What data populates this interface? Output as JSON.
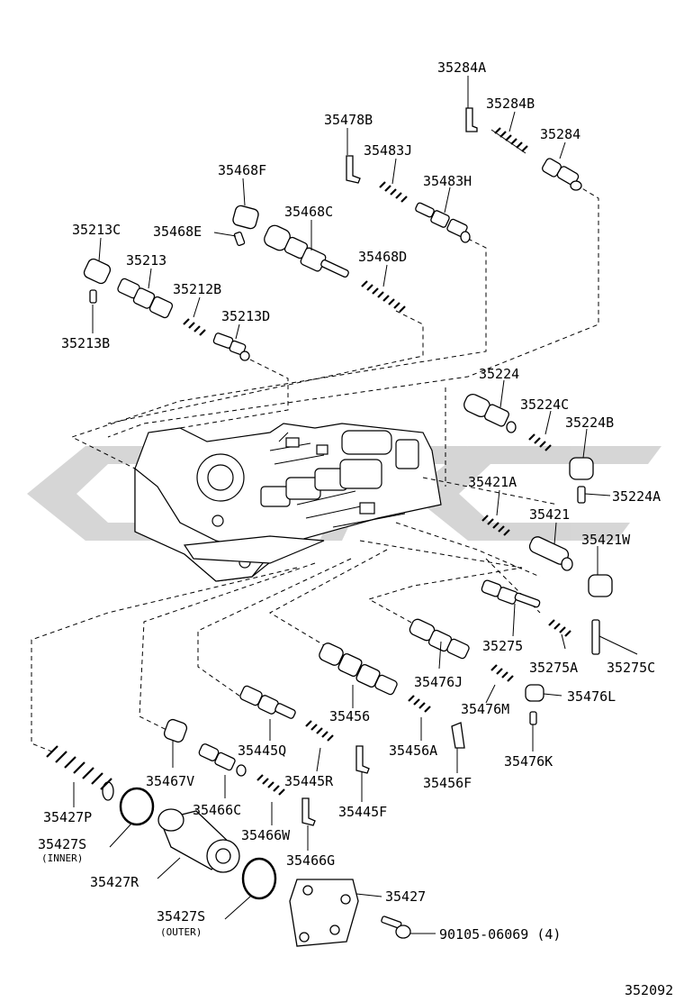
{
  "diagram": {
    "drawing_number": "352092",
    "watermark_color": "#c8c8c8",
    "labels": {
      "p35284A": "35284A",
      "p35284B": "35284B",
      "p35284": "35284",
      "p35478B": "35478B",
      "p35483J": "35483J",
      "p35483H": "35483H",
      "p35468F": "35468F",
      "p35468E": "35468E",
      "p35468C": "35468C",
      "p35468D": "35468D",
      "p35213C": "35213C",
      "p35213": "35213",
      "p35212B": "35212B",
      "p35213D": "35213D",
      "p35213B": "35213B",
      "p35224": "35224",
      "p35224C": "35224C",
      "p35224B": "35224B",
      "p35224A": "35224A",
      "p35421A": "35421A",
      "p35421": "35421",
      "p35421W": "35421W",
      "p35275": "35275",
      "p35275A": "35275A",
      "p35275C": "35275C",
      "p35476J": "35476J",
      "p35476M": "35476M",
      "p35476L": "35476L",
      "p35476K": "35476K",
      "p35456": "35456",
      "p35456A": "35456A",
      "p35456F": "35456F",
      "p35445Q": "35445Q",
      "p35445R": "35445R",
      "p35445F": "35445F",
      "p35467V": "35467V",
      "p35466C": "35466C",
      "p35466W": "35466W",
      "p35466G": "35466G",
      "p35427P": "35427P",
      "p35427S_inner": "35427S",
      "inner_note": "(INNER)",
      "p35427R": "35427R",
      "p35427S_outer": "35427S",
      "outer_note": "(OUTER)",
      "p35427": "35427",
      "p90105": "90105-06069 (4)"
    }
  }
}
